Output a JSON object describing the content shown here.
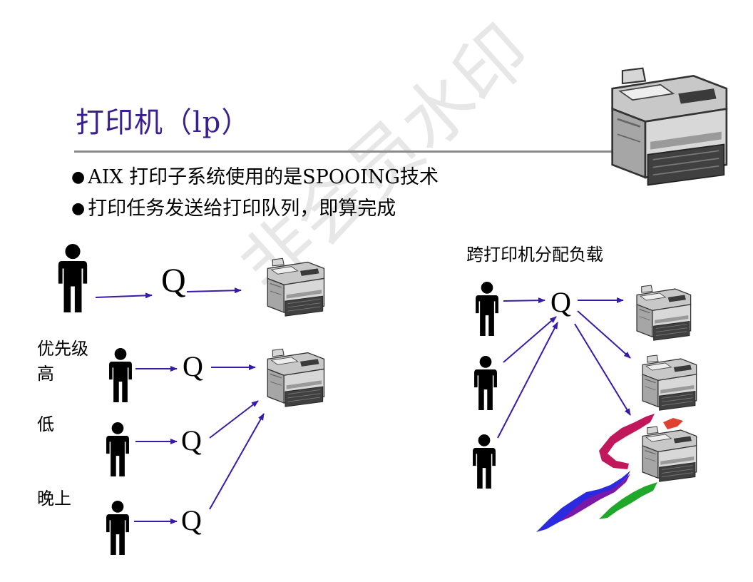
{
  "slide": {
    "title": "打印机（lp）",
    "bullets": [
      "AIX 打印子系统使用的是SPOOING技术",
      "打印任务发送给打印队列，即算完成"
    ]
  },
  "left_diagram": {
    "priority_labels": [
      "优先级",
      "高",
      "低",
      "晚上"
    ],
    "queue_symbol": "Q"
  },
  "right_diagram": {
    "heading": "跨打印机分配负载",
    "queue_symbol": "Q"
  },
  "watermark": {
    "text": "非会员水印"
  },
  "colors": {
    "title": "#3a1f8f",
    "arrow": "#3a1aa8",
    "rule": "#8a8a8a"
  }
}
